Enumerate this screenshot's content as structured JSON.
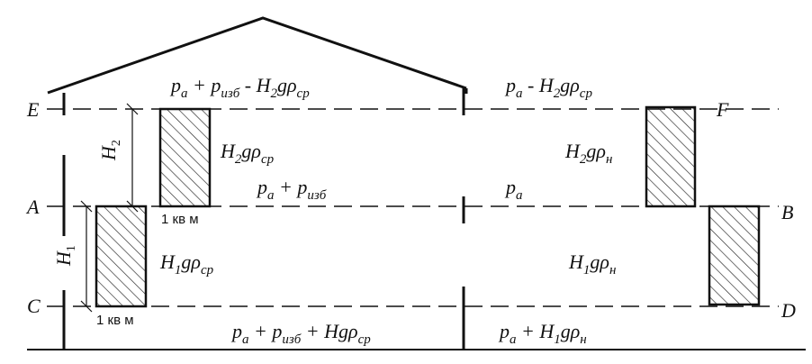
{
  "labels": {
    "E": "E",
    "A": "A",
    "C": "C",
    "F": "F",
    "B": "B",
    "D": "D",
    "H1": "H",
    "H1_sub": "1",
    "H2": "H",
    "H2_sub": "2"
  },
  "area_labels": {
    "upper": "1 кв м",
    "lower": "1 кв м"
  },
  "formulas": {
    "left_top": [
      "p",
      "a",
      " + p",
      "изб",
      " - H",
      "2",
      "gρ",
      "ср"
    ],
    "right_top": [
      "p",
      "a",
      " - H",
      "2",
      "gρ",
      "ср"
    ],
    "left_mid_hgp": [
      "H",
      "2",
      "gρ",
      "ср"
    ],
    "left_mid_pressure": [
      "p",
      "a",
      " + p",
      "изб"
    ],
    "left_low_hgp": [
      "H",
      "1",
      "gρ",
      "ср"
    ],
    "left_bottom": [
      "p",
      "a",
      " + p",
      "изб",
      " + Hgρ",
      "ср"
    ],
    "right_mid_pa": [
      "p",
      "a"
    ],
    "right_upper_hgp": [
      "H",
      "2",
      "gρ",
      "н"
    ],
    "right_lower_hgp": [
      "H",
      "1",
      "gρ",
      "н"
    ],
    "right_bottom": [
      "p",
      "a",
      " + H",
      "1",
      "gρ",
      "н"
    ]
  },
  "colors": {
    "stroke": "#111111",
    "hatch": "#222222"
  }
}
